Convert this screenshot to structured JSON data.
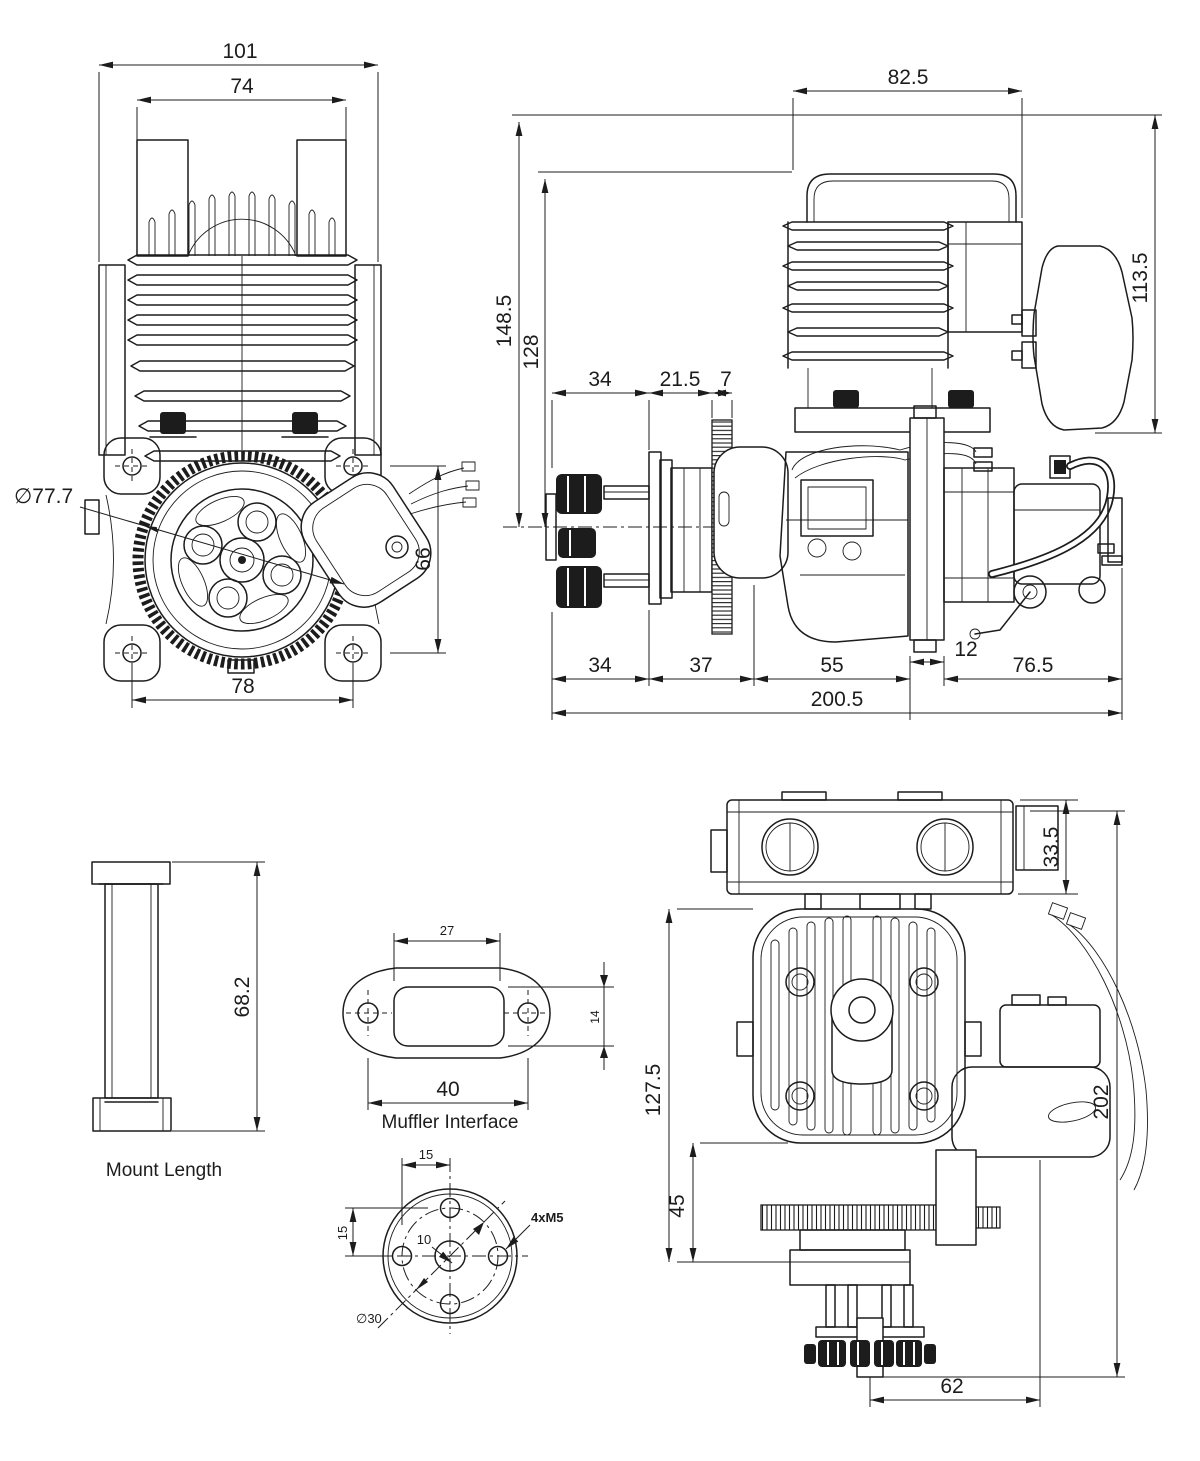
{
  "colors": {
    "line": "#1c1c1c",
    "background": "#ffffff"
  },
  "views": {
    "front": {
      "dims": {
        "overall_width": "101",
        "upper_width": "74",
        "gear_diameter": "∅77.7",
        "ignition_height": "66",
        "mount_hole_spacing": "78"
      }
    },
    "side": {
      "dims": {
        "upper_width": "82.5",
        "muffler_height": "113.5",
        "total_height": "148.5",
        "cylinder_height": "128",
        "standoff_length_top": "34",
        "hub_length": "21.5",
        "gear_thickness": "7",
        "seg_standoff": "34",
        "seg_hub": "37",
        "seg_case": "55",
        "seg_plate": "12",
        "seg_rear": "76.5",
        "overall_length": "200.5"
      }
    },
    "mount": {
      "label": "Mount Length",
      "dims": {
        "length": "68.2"
      }
    },
    "muffler": {
      "label": "Muffler Interface",
      "dims": {
        "port_width": "27",
        "port_height": "14",
        "bolt_spacing": "40"
      }
    },
    "hub": {
      "dims": {
        "bolt_offset_x": "15",
        "bolt_offset_y": "15",
        "center_bore": "10",
        "thread_callout": "4xM5",
        "bolt_circle": "∅30"
      }
    },
    "top": {
      "dims": {
        "carb_height": "33.5",
        "head_length": "127.5",
        "gear_offset": "45",
        "overall_height": "202",
        "shaft_offset": "62"
      }
    }
  }
}
